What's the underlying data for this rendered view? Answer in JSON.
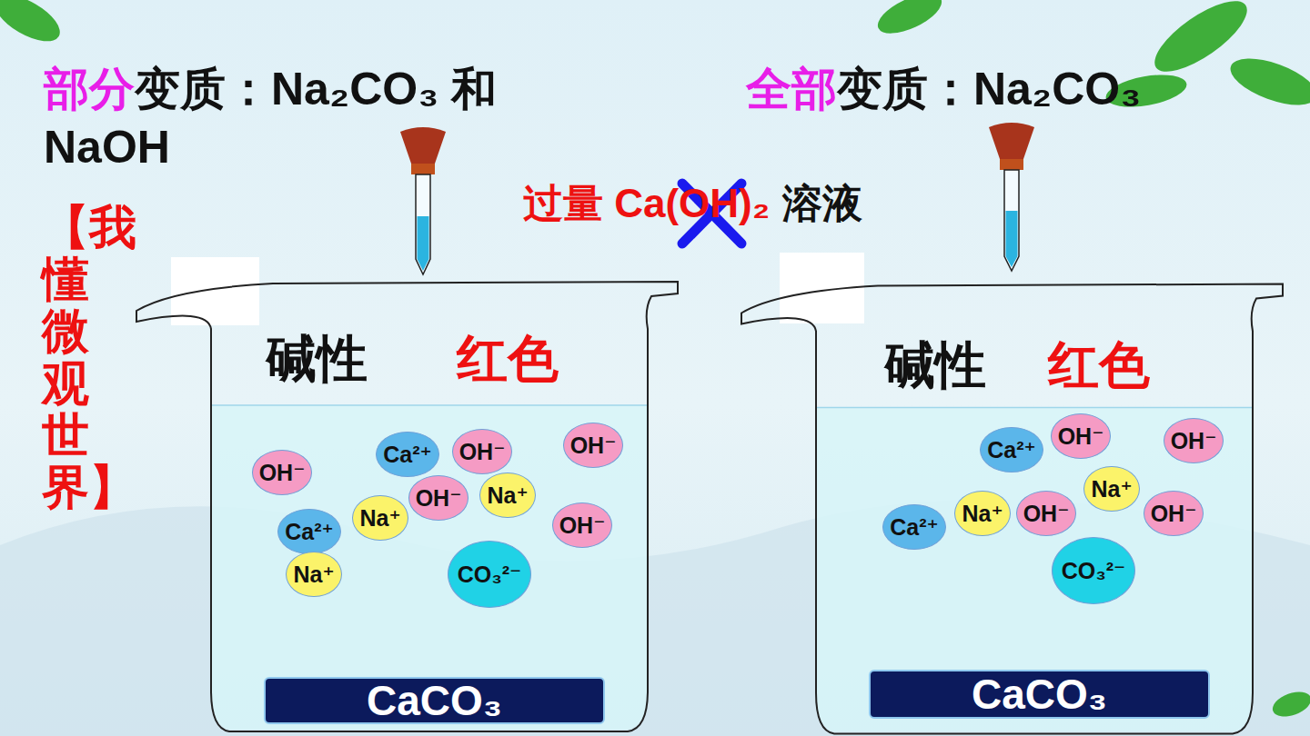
{
  "diagram": {
    "nodes": [
      {
        "text": [
          "碱性",
          "红色"
        ]
      },
      {
        "text": [
          "OH⁻"
        ],
        "in": 0
      },
      {
        "text": [
          "Ca²⁺"
        ],
        "in": 0
      },
      {
        "text": [
          "OH⁻"
        ],
        "in": 0
      },
      {
        "text": [
          "OH⁻"
        ],
        "in": 0
      },
      {
        "text": [
          "OH⁻"
        ],
        "in": 0
      },
      {
        "text": [
          "Na⁺"
        ],
        "in": 0
      },
      {
        "text": [
          "Na⁺"
        ],
        "in": 0
      },
      {
        "text": [
          "Ca²⁺"
        ],
        "in": 0
      },
      {
        "text": [
          "OH⁻"
        ],
        "in": 0
      },
      {
        "text": [
          "Na⁺"
        ],
        "in": 0
      },
      {
        "text": [
          "CO₃²⁻"
        ],
        "in": 0
      },
      {
        "text": [
          "CaCO₃"
        ],
        "in": 0
      },
      {
        "text": [
          "碱性",
          "红色"
        ]
      },
      {
        "text": [
          "Ca²⁺"
        ],
        "in": 13
      },
      {
        "text": [
          "OH⁻"
        ],
        "in": 13
      },
      {
        "text": [
          "OH⁻"
        ],
        "in": 13
      },
      {
        "text": [
          "Na⁺"
        ],
        "in": 13
      },
      {
        "text": [
          "Ca²⁺"
        ],
        "in": 13
      },
      {
        "text": [
          "Na⁺"
        ],
        "in": 13
      },
      {
        "text": [
          "OH⁻"
        ],
        "in": 13
      },
      {
        "text": [
          "OH⁻"
        ],
        "in": 13
      },
      {
        "text": [
          "CO₃²⁻"
        ],
        "in": 13
      },
      {
        "text": [
          "CaCO₃"
        ],
        "in": 13
      }
    ],
    "labels": [
      "【我懂微观世界】",
      "部分",
      "变质：Na₂CO₃ 和 NaOH",
      "过量 Ca(OH)₂",
      "溶液",
      "全部",
      "变质：Na₂CO₃"
    ]
  }
}
